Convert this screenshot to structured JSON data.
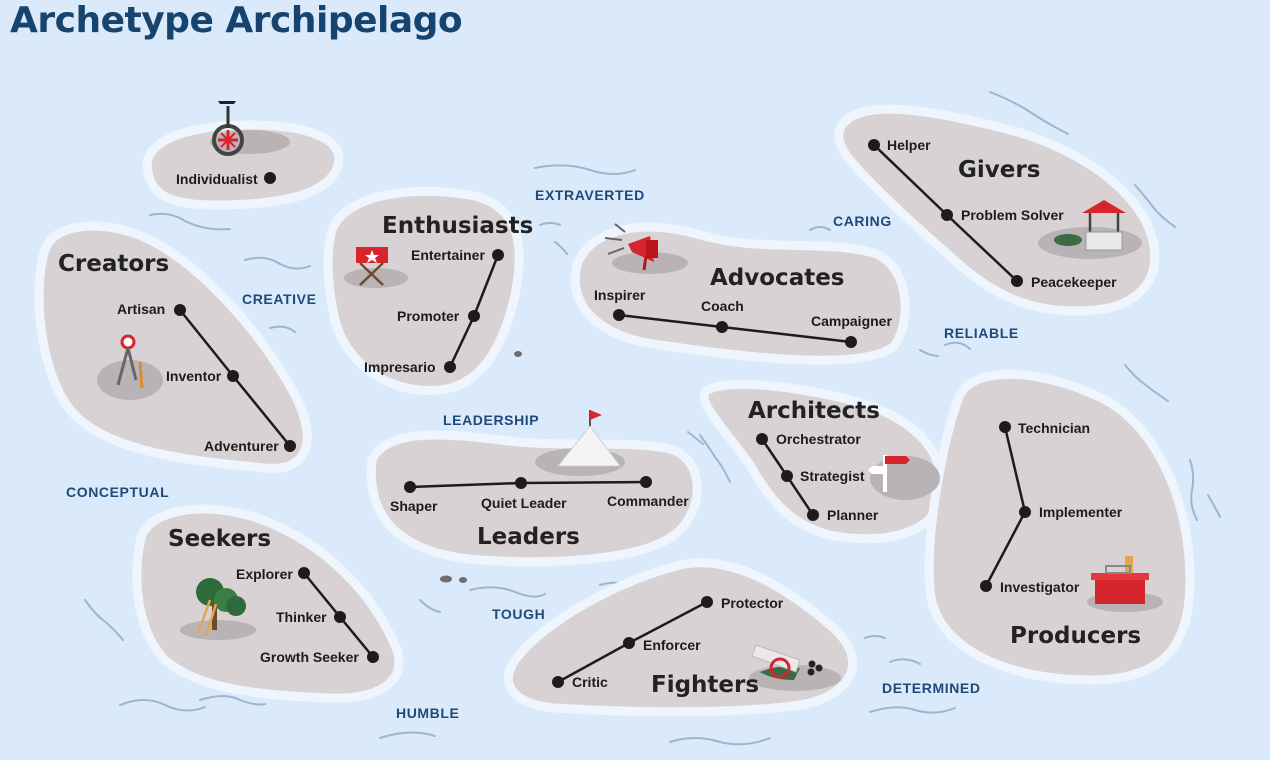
{
  "title": "Archetype Archipelago",
  "traits": {
    "extraverted": "EXTRAVERTED",
    "caring": "CARING",
    "creative": "CREATIVE",
    "reliable": "RELIABLE",
    "leadership": "LEADERSHIP",
    "conceptual": "CONCEPTUAL",
    "tough": "TOUGH",
    "humble": "HUMBLE",
    "determined": "DETERMINED"
  },
  "islands": {
    "individualist": {
      "archetypes": [
        "Individualist"
      ]
    },
    "creators": {
      "name": "Creators",
      "archetypes": [
        "Artisan",
        "Inventor",
        "Adventurer"
      ]
    },
    "enthusiasts": {
      "name": "Enthusiasts",
      "archetypes": [
        "Entertainer",
        "Promoter",
        "Impresario"
      ]
    },
    "advocates": {
      "name": "Advocates",
      "archetypes": [
        "Inspirer",
        "Coach",
        "Campaigner"
      ]
    },
    "givers": {
      "name": "Givers",
      "archetypes": [
        "Helper",
        "Problem Solver",
        "Peacekeeper"
      ]
    },
    "leaders": {
      "name": "Leaders",
      "archetypes": [
        "Shaper",
        "Quiet Leader",
        "Commander"
      ]
    },
    "architects": {
      "name": "Architects",
      "archetypes": [
        "Orchestrator",
        "Strategist",
        "Planner"
      ]
    },
    "producers": {
      "name": "Producers",
      "archetypes": [
        "Technician",
        "Implementer",
        "Investigator"
      ]
    },
    "seekers": {
      "name": "Seekers",
      "archetypes": [
        "Explorer",
        "Thinker",
        "Growth Seeker"
      ]
    },
    "fighters": {
      "name": "Fighters",
      "archetypes": [
        "Protector",
        "Enforcer",
        "Critic"
      ]
    }
  },
  "colors": {
    "sea": "#dbeafb",
    "island": "#d8d2d4",
    "shoreline": "#eef5fd",
    "title": "#17446e",
    "trait_label": "#1d4a78",
    "accent_red": "#d6252c"
  },
  "icons": [
    "unicycle-icon",
    "compass-icon",
    "director-chair-icon",
    "megaphone-icon",
    "well-icon",
    "summit-flag-icon",
    "signpost-icon",
    "toolbox-icon",
    "tree-ladder-icon",
    "cannon-icon"
  ]
}
